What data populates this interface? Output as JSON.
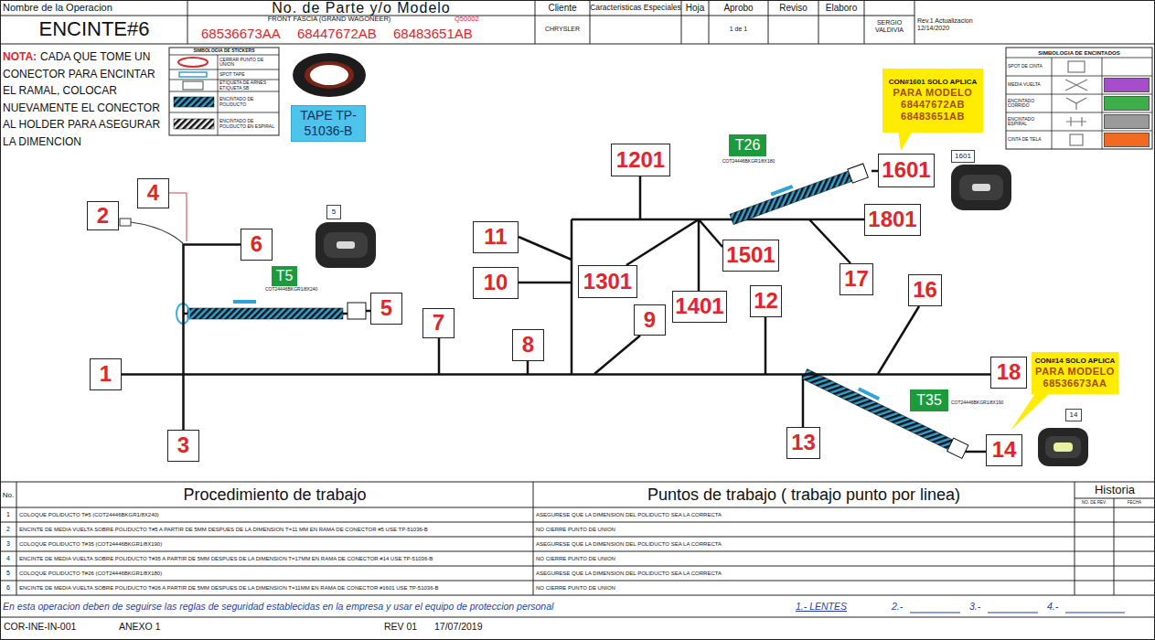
{
  "diagram": {
    "title": "ENCINTE#6",
    "nodes": [
      {
        "text": [
          "TAPE TP-51036-B"
        ]
      },
      {
        "text": [
          "T26"
        ]
      },
      {
        "text": [
          "CON#1601 SOLO APLICA",
          "PARA MODELO 68447672AB 68483651AB"
        ]
      },
      {
        "text": [
          "1201"
        ]
      },
      {
        "text": [
          "1601"
        ]
      },
      {
        "text": [
          "1601"
        ]
      },
      {
        "text": [
          "4"
        ]
      },
      {
        "text": [
          "2"
        ]
      },
      {
        "text": [
          "1801"
        ]
      },
      {
        "text": [
          "5"
        ]
      },
      {
        "text": [
          "11"
        ]
      },
      {
        "text": [
          "6"
        ]
      },
      {
        "text": [
          "1501"
        ]
      },
      {
        "text": [
          "17"
        ]
      },
      {
        "text": [
          "1301"
        ]
      },
      {
        "text": [
          "T5"
        ]
      },
      {
        "text": [
          "10"
        ]
      },
      {
        "text": [
          "16"
        ]
      },
      {
        "text": [
          "1401"
        ]
      },
      {
        "text": [
          "12"
        ]
      },
      {
        "text": [
          "5"
        ]
      },
      {
        "text": [
          "9"
        ]
      },
      {
        "text": [
          "7"
        ]
      },
      {
        "text": [
          "8"
        ]
      },
      {
        "text": [
          "CON#14 SOLO APLICA",
          "PARA MODELO 68536673AA"
        ]
      },
      {
        "text": [
          "18"
        ]
      },
      {
        "text": [
          "1"
        ]
      },
      {
        "text": [
          "T35"
        ]
      },
      {
        "text": [
          "14"
        ]
      },
      {
        "text": [
          "13"
        ]
      },
      {
        "text": [
          "3"
        ]
      },
      {
        "text": [
          "14"
        ]
      }
    ],
    "edges": [
      {
        "from": 26,
        "to": 25,
        "arrow": "none"
      },
      {
        "from": 11,
        "to": 30,
        "arrow": "none"
      }
    ],
    "labels": [
      "Nombre de la Operacion",
      "No. de Parte y/o Modelo",
      "Cliente",
      "Caracteristicas Especiales",
      "Hoja",
      "Aprobo",
      "Reviso",
      "Elaboro",
      "FRONT FASCIA (GRAND WAGONEER)",
      "Q50002",
      "68536673AA",
      "68447672AB",
      "68483651AB",
      "CHRYSLER",
      "1 de 1",
      "SERGIO VALDIVIA",
      "Rev.1 Actualizacion 12/14/2020",
      "NOTA:",
      "CADA QUE TOME UN CONECTOR PARA ENCINTAR EL RAMAL, COLOCAR NUEVAMENTE EL CONECTOR AL HOLDER PARA ASEGURAR LA DIMENCION",
      "SIMBOLOGIA DE STICKERS",
      "SIMBOLOGIA DE ENCINTADOS",
      "COT24446BKGR1/8X240",
      "COT24446BKGR1/8X180",
      "COT24446BKGR1/8X190",
      "No.",
      "Procedimiento de trabajo",
      "Puntos de trabajo ( trabajo punto por linea)",
      "Historia",
      "NO. DE REV.",
      "FECHA",
      "1",
      "COLOQUE POLIDUCTO T#5 (COT24446BKGR1/8X240)",
      "ASEGURESE QUE LA DIMENSION DEL POLIDUCTO SEA LA CORRECTA",
      "2",
      "ENCINTE DE MEDIA VUELTA SOBRE POLIDUCTO T#5 A PARTIR DE 5MM DESPUES DE LA DIMENSION T=11 MM EN RAMA DE CONECTOR #5 USE TP-51036-B",
      "NO CIERRE PUNTO DE UNION",
      "3",
      "COLOQUE POLIDUCTO T#35 (COT24446BKGR1/8X190)",
      "ASEGURESE QUE LA DIMENSION DEL POLIDUCTO SEA LA CORRECTA",
      "4",
      "ENCINTE DE MEDIA VUELTA SOBRE POLIDUCTO T#35 A PARTIR DE 5MM DESPUES DE LA DIMENSION T=17MM EN RAMA DE CONECTOR #14 USE TP-51036-B",
      "NO CIERRE PUNTO DE UNION",
      "5",
      "COLOQUE POLIDUCTO T#26 (COT24446BKGR1/8X180)",
      "ASEGURESE QUE LA DIMENSION DEL POLIDUCTO SEA LA CORRECTA",
      "6",
      "ENCINTE DE MEDIA VUELTA SOBRE POLIDUCTO T#26 A PARTIR DE 5MM DESPUES DE LA DIMENSION T=11MM EN RAMA DE CONECTOR #1601 USE TP-51036-B",
      "NO CIERRE PUNTO DE UNION",
      "En esta operacion deben de seguirse las reglas de seguridad establecidas en la empresa y usar el equipo de proteccion personal",
      "1.- LENTES",
      "2.-",
      "3.-",
      "4.-",
      "COR-INE-IN-001",
      "ANEXO 1",
      "REV 01",
      "17/07/2019"
    ],
    "legend": [
      {
        "text": "CERRAR PUNTO DE UNION"
      },
      {
        "text": "SPOT TAPE"
      },
      {
        "text": "ETIQUETA DE ARNES ETIQUETA SB"
      },
      {
        "text": "ENCINTADO DE POLIDUCTO"
      },
      {
        "text": "ENCINTADO DE POLIDUCTO EN ESPIRAL"
      },
      {
        "text": "SPOT DE CINTA"
      },
      {
        "text": "MEDIA VUELTA",
        "color": "#a64ec9"
      },
      {
        "text": "ENCINTADO CORRIDO",
        "color": "#3daf4a"
      },
      {
        "text": "ENCINTADO ESPIRAL",
        "color": "#9a9a9a"
      },
      {
        "text": "CINTA DE TELA",
        "color": "#f26a22"
      }
    ]
  }
}
